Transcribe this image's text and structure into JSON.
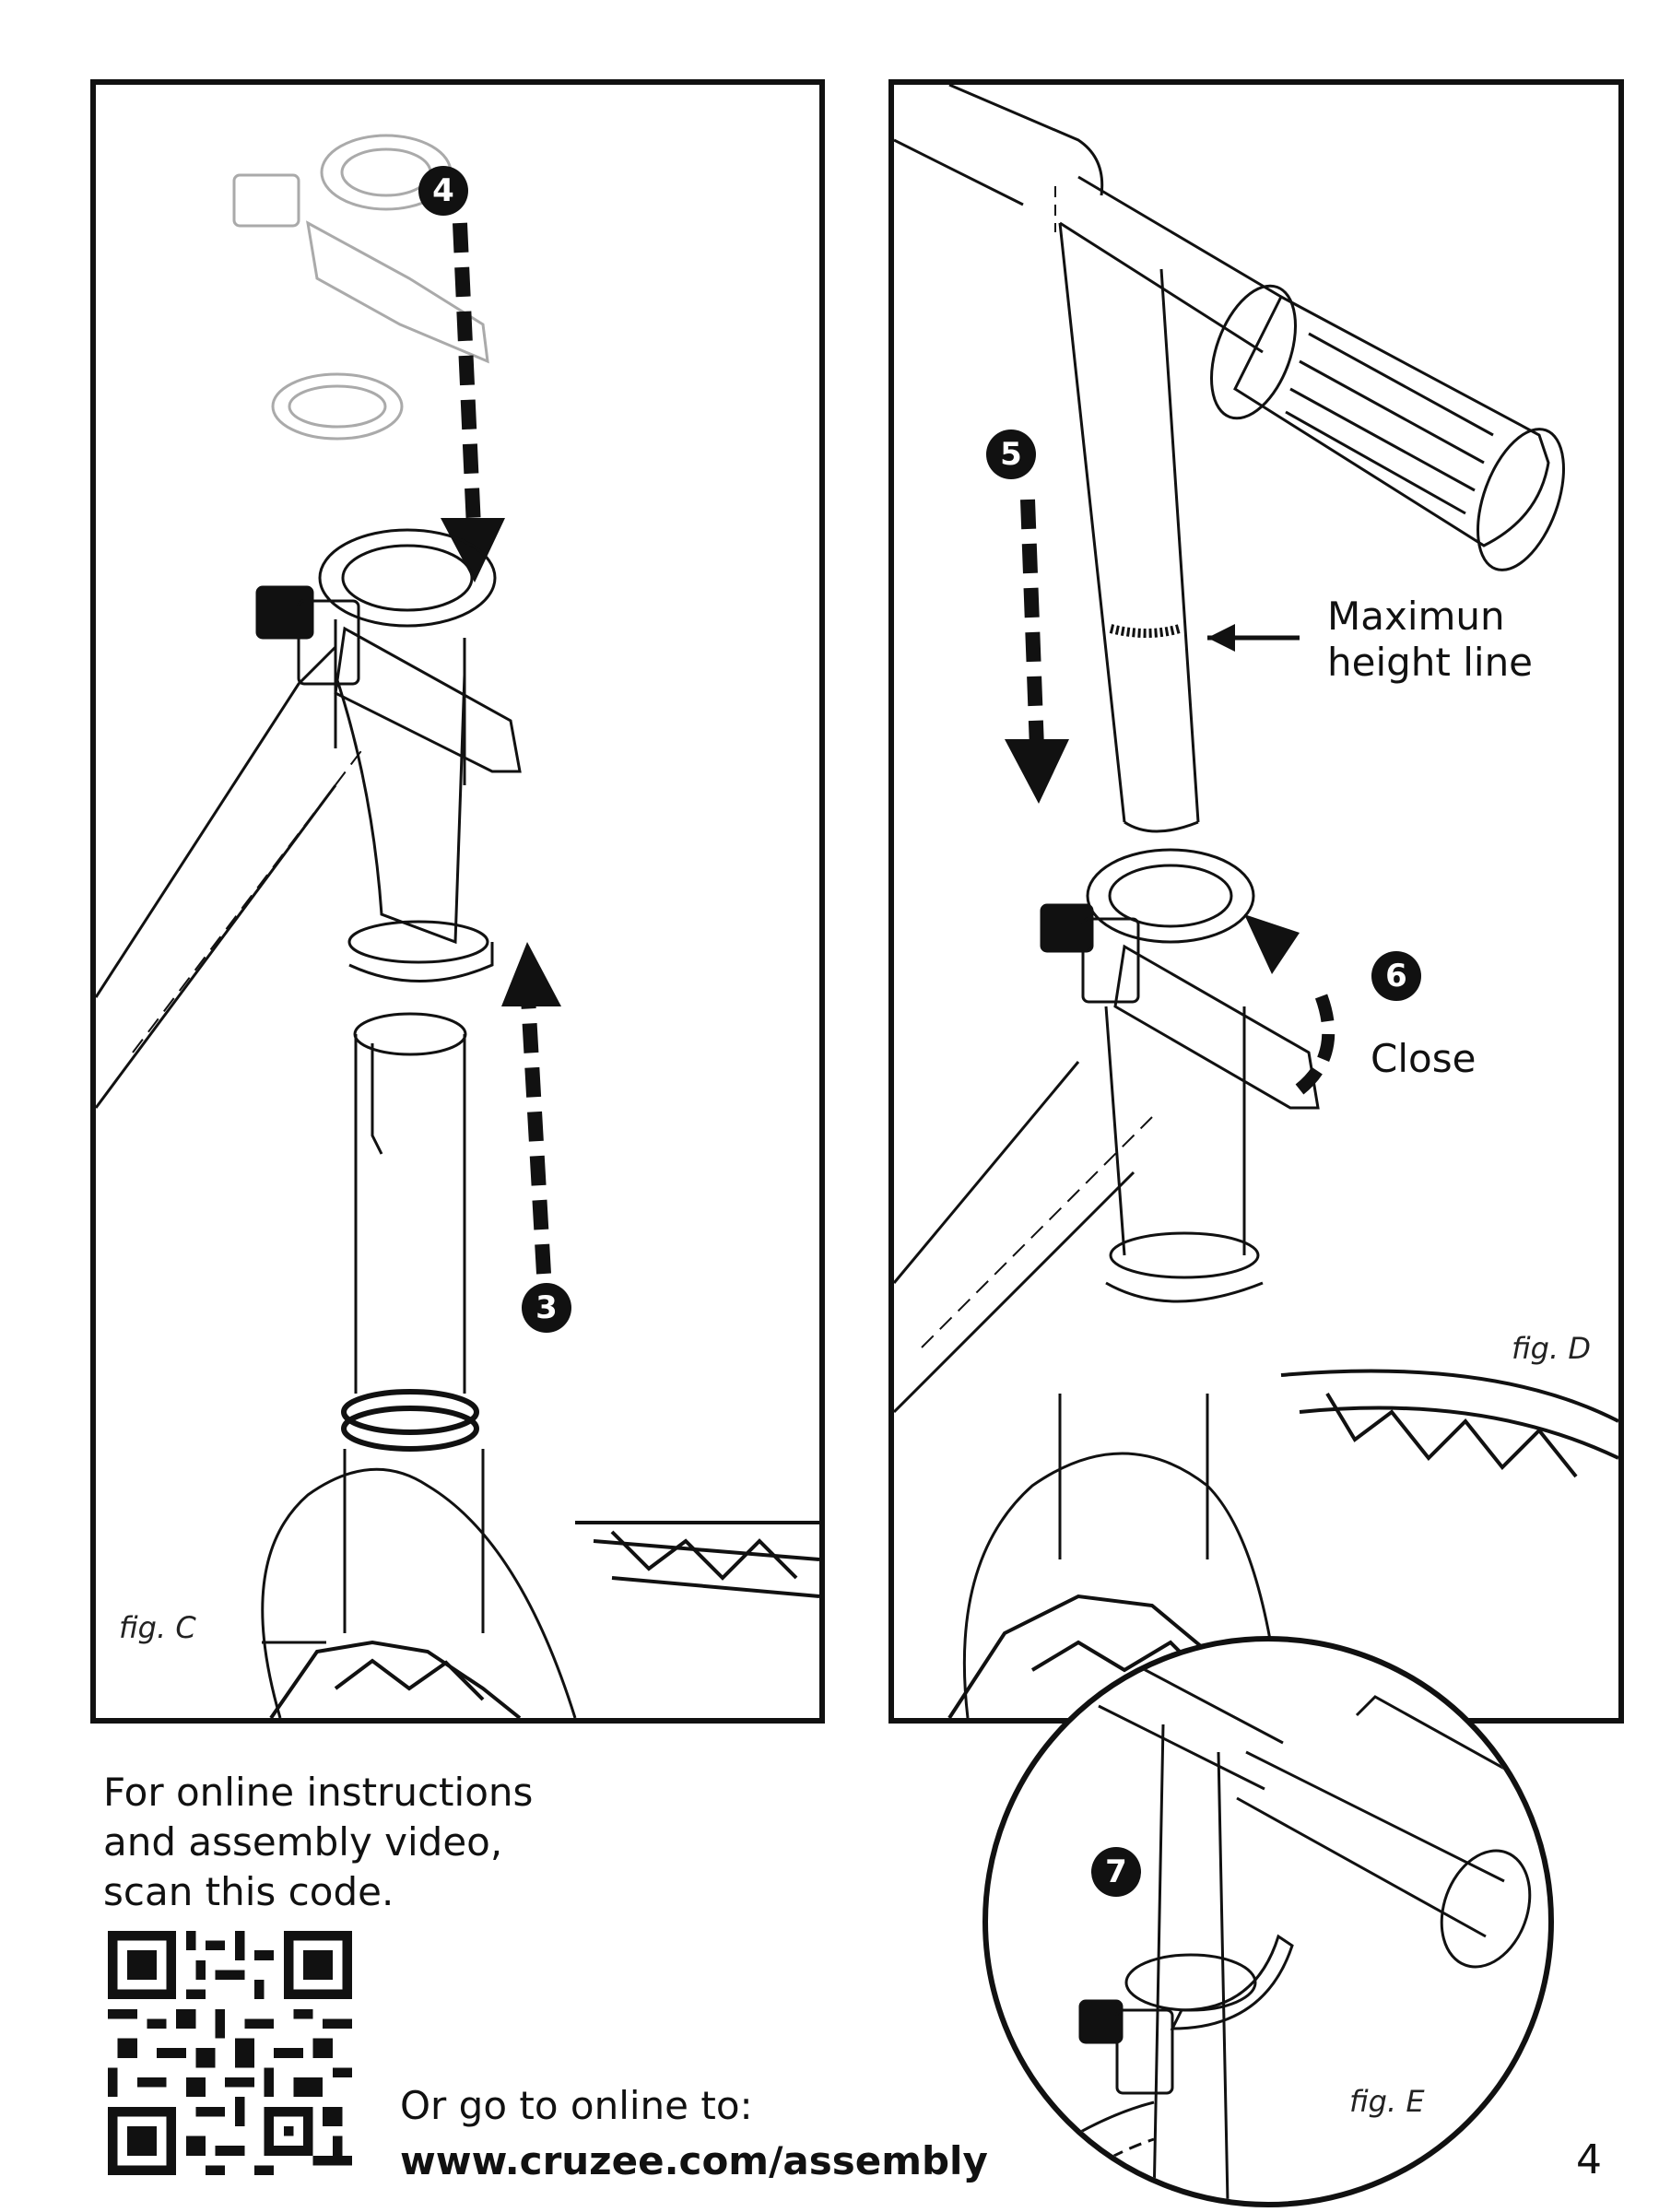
{
  "figures": {
    "c": {
      "label": "fig. C",
      "steps": [
        "4",
        "3"
      ]
    },
    "d": {
      "label": "fig. D",
      "steps": [
        "5",
        "6"
      ],
      "max_height_label_line1": "Maximun",
      "max_height_label_line2": "height line",
      "close_label": "Close"
    },
    "e": {
      "label": "fig. E",
      "steps": [
        "7"
      ]
    }
  },
  "online": {
    "line1": "For online instructions",
    "line2": "and assembly video,",
    "line3": "scan this code.",
    "web_prefix": "Or go to online to:",
    "web_url": "www.cruzee.com/assembly"
  },
  "page_number": "4"
}
